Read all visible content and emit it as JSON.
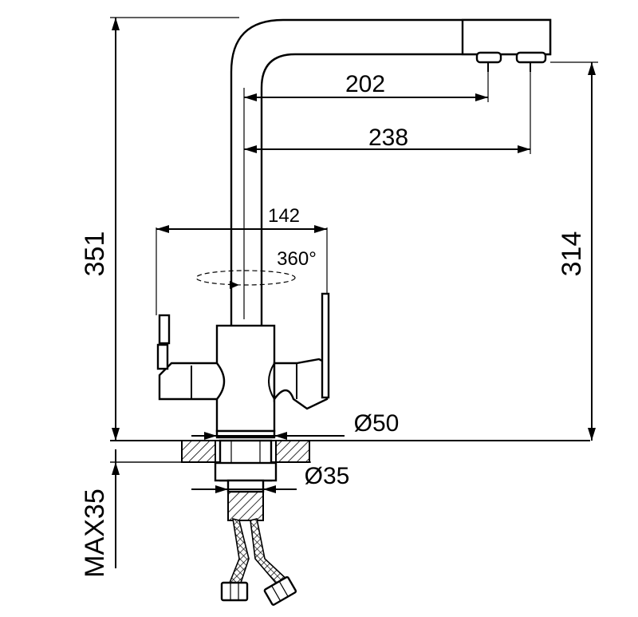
{
  "dimensions": {
    "spout_reach_a": "202",
    "spout_reach_b": "238",
    "handle_span": "142",
    "rotation": "360°",
    "total_height": "351",
    "spout_height": "314",
    "base_diameter": "Ø50",
    "shank_diameter": "Ø35",
    "max_counter_thickness": "MAX35"
  }
}
